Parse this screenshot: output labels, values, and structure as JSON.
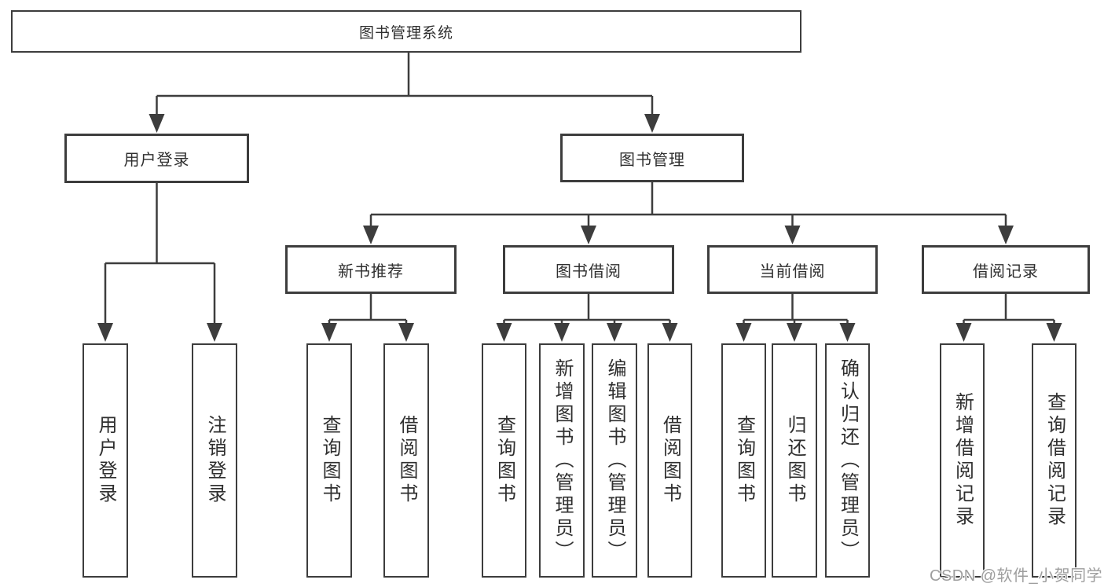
{
  "diagram": {
    "root": "图书管理系统",
    "user_branch": {
      "label": "用户登录",
      "children": [
        "用户登录",
        "注销登录"
      ]
    },
    "book_branch": {
      "label": "图书管理",
      "groups": [
        {
          "label": "新书推荐",
          "children": [
            "查询图书",
            "借阅图书"
          ]
        },
        {
          "label": "图书借阅",
          "children": [
            "查询图书",
            "新增图书（管理员）",
            "编辑图书（管理员）",
            "借阅图书"
          ]
        },
        {
          "label": "当前借阅",
          "children": [
            "查询图书",
            "归还图书",
            "确认归还（管理员）"
          ]
        },
        {
          "label": "借阅记录",
          "children": [
            "新增借阅记录",
            "查询借阅记录"
          ]
        }
      ]
    }
  },
  "watermark": "CSDN @软件_小贺同学",
  "colors": {
    "line": "#3d3d3d",
    "text": "#2f2f2f",
    "background": "#ffffff",
    "watermark": "#9e9e9e"
  }
}
